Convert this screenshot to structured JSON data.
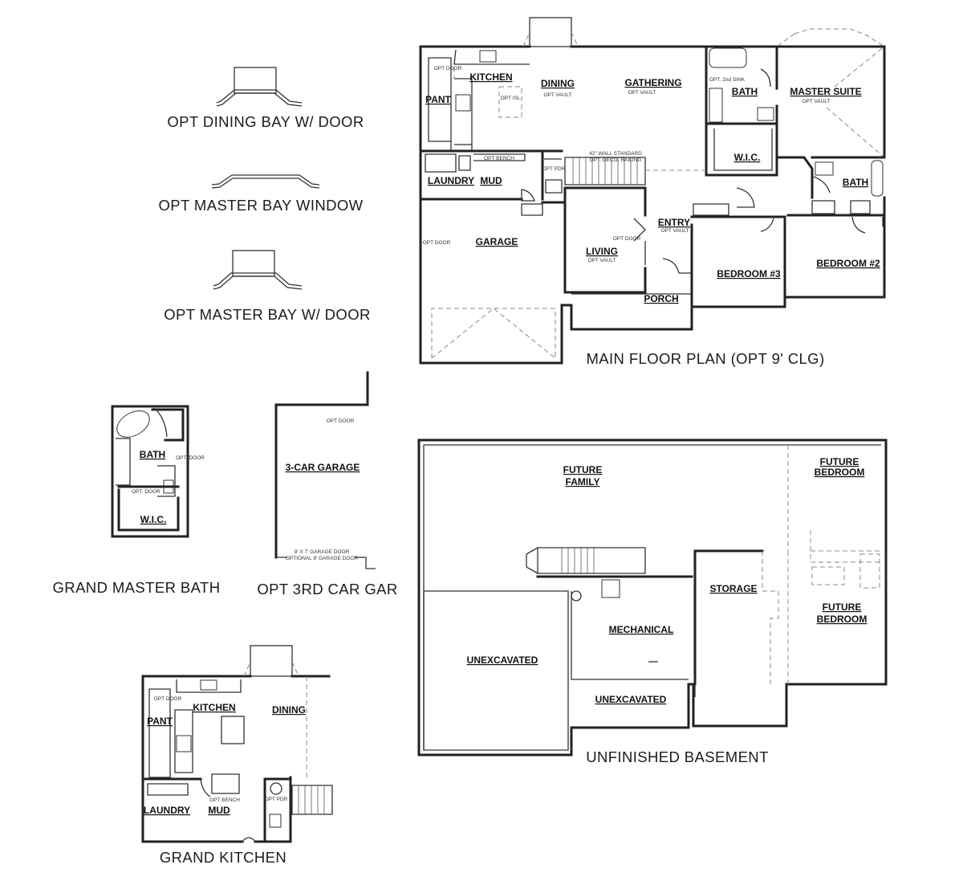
{
  "captions": {
    "opt_dining_bay": "OPT DINING BAY W/ DOOR",
    "opt_master_bay_window": "OPT MASTER BAY WINDOW",
    "opt_master_bay_door": "OPT MASTER BAY W/ DOOR",
    "main_floor": "MAIN FLOOR PLAN (OPT 9' CLG)",
    "grand_master_bath": "GRAND MASTER BATH",
    "opt_3rd_car": "OPT 3RD CAR GAR",
    "unfinished_basement": "UNFINISHED BASEMENT",
    "grand_kitchen": "GRAND KITCHEN"
  },
  "main_floor": {
    "kitchen": "KITCHEN",
    "pant": "PANT",
    "opt_door": "OPT DOOR",
    "opt_isl": "OPT ISL",
    "dining": "DINING",
    "dining_note": "OPT VAULT",
    "gathering": "GATHERING",
    "gathering_note": "OPT VAULT",
    "opt_2nd_sink": "OPT. 2nd SINK",
    "bath_master": "BATH",
    "master_suite": "MASTER SUITE",
    "master_note": "OPT VAULT",
    "wic": "W.I.C.",
    "opt_bench": "OPT BENCH",
    "laundry": "LAUNDRY",
    "mud": "MUD",
    "opt_pdr": "OPT PDR",
    "wall_note_1": "42\" WALL STANDARD",
    "wall_note_2": "OPT. DECO. RAILING",
    "bath2": "BATH",
    "garage": "GARAGE",
    "garage_opt_door": "OPT DOOR",
    "living": "LIVING",
    "living_note": "OPT VAULT",
    "living_opt_door": "OPT DOOR",
    "entry": "ENTRY",
    "entry_note": "OPT VAULT",
    "bedroom3": "BEDROOM #3",
    "bedroom2": "BEDROOM #2",
    "porch": "PORCH"
  },
  "grand_master_bath": {
    "bath": "BATH",
    "opt_door_1": "OPT. DOOR",
    "opt_door_2": "OPT. DOOR",
    "wic": "W.I.C."
  },
  "third_car": {
    "opt_door": "OPT DOOR",
    "title": "3-CAR GARAGE",
    "note_1": "9' X 7' GARAGE DOOR",
    "note_2": "OPTIONAL 8' GARAGE DOOR"
  },
  "basement": {
    "future_family_1": "FUTURE",
    "future_family_2": "FAMILY",
    "future_bedroom_a_1": "FUTURE",
    "future_bedroom_a_2": "BEDROOM",
    "storage": "STORAGE",
    "future_bedroom_b_1": "FUTURE",
    "future_bedroom_b_2": "BEDROOM",
    "mechanical": "MECHANICAL",
    "unexcavated_1": "UNEXCAVATED",
    "unexcavated_2": "UNEXCAVATED"
  },
  "grand_kitchen": {
    "opt_door": "OPT DOOR",
    "kitchen": "KITCHEN",
    "dining": "DINING",
    "pant": "PANT",
    "opt_bench": "OPT BENCH",
    "laundry": "LAUNDRY",
    "mud": "MUD",
    "opt_pdr": "OPT PDR"
  }
}
